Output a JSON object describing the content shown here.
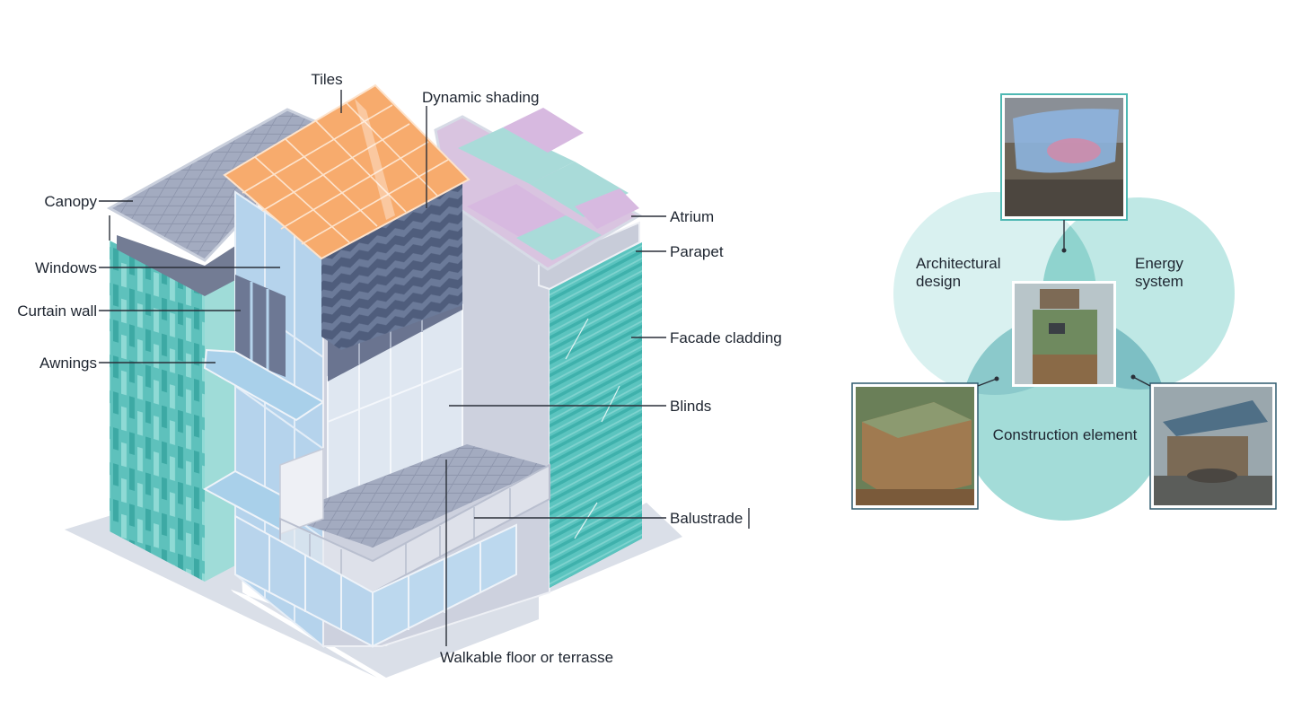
{
  "building": {
    "labels": {
      "tiles": "Tiles",
      "dynamic_shading": "Dynamic shading",
      "canopy": "Canopy",
      "windows": "Windows",
      "curtain_wall": "Curtain wall",
      "awnings": "Awnings",
      "atrium": "Atrium",
      "parapet": "Parapet",
      "facade_cladding": "Facade cladding",
      "blinds": "Blinds",
      "balustrade": "Balustrade",
      "walkable_floor": "Walkable floor or terrasse"
    }
  },
  "venn": {
    "architectural": [
      "Architectural",
      "design"
    ],
    "energy": [
      "Energy",
      "system"
    ],
    "construction": "Construction element"
  },
  "colors": {
    "teal": "#5bc4bf",
    "teal_dark": "#2e9c98",
    "tile_orange": "#f7ab6d",
    "venn_light": "#d9f1f0",
    "venn_mid": "#b6e5e2",
    "venn_teal": "#8ed6d1",
    "venn_overlap": "#75c3be",
    "ground": "#d9dde6",
    "glass": "#bcd6ec"
  }
}
